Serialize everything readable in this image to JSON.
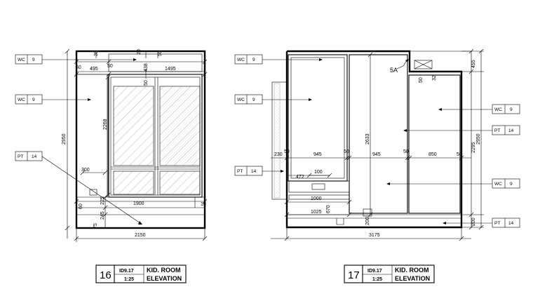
{
  "elevation_16": {
    "tags": {
      "wc_top": {
        "code": "WC",
        "num": "9"
      },
      "wc_mid": {
        "code": "WC",
        "num": "9"
      },
      "pt_low": {
        "code": "PT",
        "num": "14"
      }
    },
    "dims": {
      "d495": "495",
      "d50a": "50",
      "d1495": "1495",
      "d438": "438",
      "d50b": "50",
      "d50c": "50",
      "d2950": "2950",
      "d2268": "2268",
      "d300": "300",
      "d225": "225",
      "d1900": "1900",
      "d245": "245",
      "d75": "75",
      "d2150": "2150",
      "d10": "10",
      "d60": "60",
      "d30": "30",
      "d20": "20",
      "d50d": "50"
    },
    "title": {
      "number": "16",
      "code": "ID9.17",
      "scale": "1:25",
      "line1": "KID. ROOM",
      "line2": "ELEVATION"
    }
  },
  "elevation_17": {
    "tags": {
      "wc_top": {
        "code": "WC",
        "num": "9"
      },
      "wc_mid": {
        "code": "WC",
        "num": "9"
      },
      "pt_left": {
        "code": "PT",
        "num": "14"
      },
      "wc_r1": {
        "code": "WC",
        "num": "9"
      },
      "pt_r1": {
        "code": "PT",
        "num": "14"
      },
      "wc_r2": {
        "code": "WC",
        "num": "9"
      },
      "pt_r2": {
        "code": "PT",
        "num": "14"
      }
    },
    "dims": {
      "d230": "230",
      "d50a": "50",
      "d945a": "945",
      "d50b": "50",
      "d945b": "945",
      "d50c": "50",
      "d850": "850",
      "d50d": "50",
      "d2633": "2633",
      "d472": "472",
      "d100": "100",
      "d1000": "1000",
      "d670": "670",
      "d1025": "1025",
      "d200a": "200",
      "d3175": "3175",
      "d455": "455",
      "d2950": "2950",
      "d2295": "2295",
      "d200b": "200",
      "d50e": "50",
      "d32": "32"
    },
    "section_mark": "5A",
    "title": {
      "number": "17",
      "code": "ID9.17",
      "scale": "1:25",
      "line1": "KID. ROOM",
      "line2": "ELEVATION"
    }
  }
}
